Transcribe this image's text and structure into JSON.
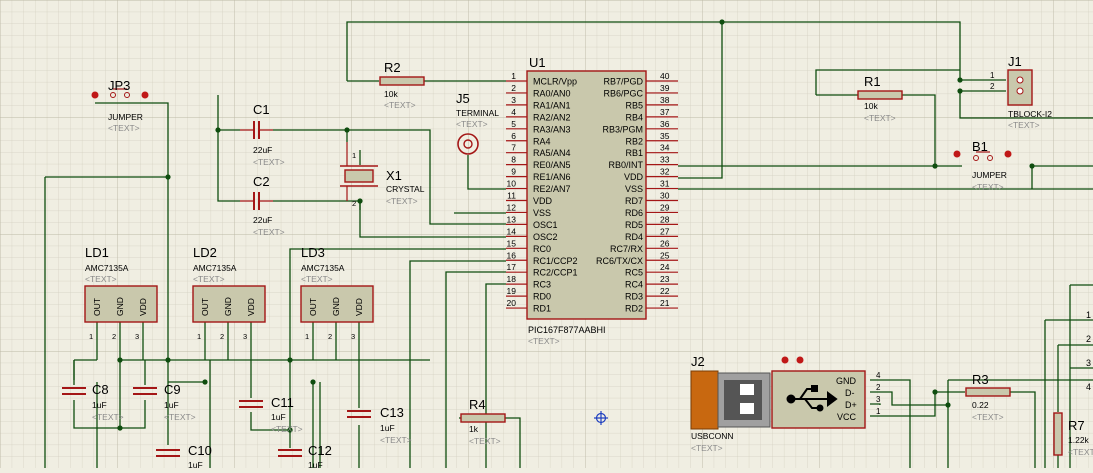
{
  "placeholder": "<TEXT>",
  "u1": {
    "ref": "U1",
    "part": "PIC167F877AABHI",
    "left": [
      [
        "1",
        "MCLR/Vpp"
      ],
      [
        "2",
        "RA0/AN0"
      ],
      [
        "3",
        "RA1/AN1"
      ],
      [
        "4",
        "RA2/AN2"
      ],
      [
        "5",
        "RA3/AN3"
      ],
      [
        "6",
        "RA4"
      ],
      [
        "7",
        "RA5/AN4"
      ],
      [
        "8",
        "RE0/AN5"
      ],
      [
        "9",
        "RE1/AN6"
      ],
      [
        "10",
        "RE2/AN7"
      ],
      [
        "11",
        "VDD"
      ],
      [
        "12",
        "VSS"
      ],
      [
        "13",
        "OSC1"
      ],
      [
        "14",
        "OSC2"
      ],
      [
        "15",
        "RC0"
      ],
      [
        "16",
        "RC1/CCP2"
      ],
      [
        "17",
        "RC2/CCP1"
      ],
      [
        "18",
        "RC3"
      ],
      [
        "19",
        "RD0"
      ],
      [
        "20",
        "RD1"
      ]
    ],
    "right": [
      [
        "40",
        "RB7/PGD"
      ],
      [
        "39",
        "RB6/PGC"
      ],
      [
        "38",
        "RB5"
      ],
      [
        "37",
        "RB4"
      ],
      [
        "36",
        "RB3/PGM"
      ],
      [
        "35",
        "RB2"
      ],
      [
        "34",
        "RB1"
      ],
      [
        "33",
        "RB0/INT"
      ],
      [
        "32",
        "VDD"
      ],
      [
        "31",
        "VSS"
      ],
      [
        "30",
        "RD7"
      ],
      [
        "29",
        "RD6"
      ],
      [
        "28",
        "RD5"
      ],
      [
        "27",
        "RD4"
      ],
      [
        "26",
        "RC7/RX"
      ],
      [
        "25",
        "RC6/TX/CX"
      ],
      [
        "24",
        "RC5"
      ],
      [
        "23",
        "RC4"
      ],
      [
        "22",
        "RD3"
      ],
      [
        "21",
        "RD2"
      ]
    ]
  },
  "r2": {
    "ref": "R2",
    "value": "10k"
  },
  "r1": {
    "ref": "R1",
    "value": "10k"
  },
  "r3": {
    "ref": "R3",
    "value": "0.22"
  },
  "r4": {
    "ref": "R4",
    "value": "1k"
  },
  "r7": {
    "ref": "R7",
    "value": "1.22k"
  },
  "j5": {
    "ref": "J5",
    "value": "TERMINAL"
  },
  "j1": {
    "ref": "J1",
    "value": "TBLOCK-I2",
    "pins": [
      "1",
      "2"
    ]
  },
  "jp3": {
    "ref": "JP3",
    "value": "JUMPER"
  },
  "b1": {
    "ref": "B1",
    "value": "JUMPER"
  },
  "c1": {
    "ref": "C1",
    "value": "22uF"
  },
  "c2": {
    "ref": "C2",
    "value": "22uF"
  },
  "x1": {
    "ref": "X1",
    "value": "CRYSTAL",
    "pins": [
      "1",
      "2"
    ]
  },
  "ld1": {
    "ref": "LD1",
    "value": "AMC7135A"
  },
  "ld2": {
    "ref": "LD2",
    "value": "AMC7135A"
  },
  "ld3": {
    "ref": "LD3",
    "value": "AMC7135A"
  },
  "ldpins": [
    "OUT",
    "GND",
    "VDD"
  ],
  "ldpinnums": [
    "1",
    "2",
    "3"
  ],
  "c8": {
    "ref": "C8",
    "value": "1uF"
  },
  "c9": {
    "ref": "C9",
    "value": "1uF"
  },
  "c10": {
    "ref": "C10",
    "value": "1uF"
  },
  "c11": {
    "ref": "C11",
    "value": "1uF"
  },
  "c12": {
    "ref": "C12",
    "value": "1uF"
  },
  "c13": {
    "ref": "C13",
    "value": "1uF"
  },
  "j2": {
    "ref": "J2",
    "value": "USBCONN",
    "pins": [
      [
        "4",
        "GND"
      ],
      [
        "2",
        "D-"
      ],
      [
        "3",
        "D+"
      ],
      [
        "1",
        "VCC"
      ]
    ]
  },
  "rightpins": [
    "1",
    "2",
    "3",
    "4"
  ]
}
